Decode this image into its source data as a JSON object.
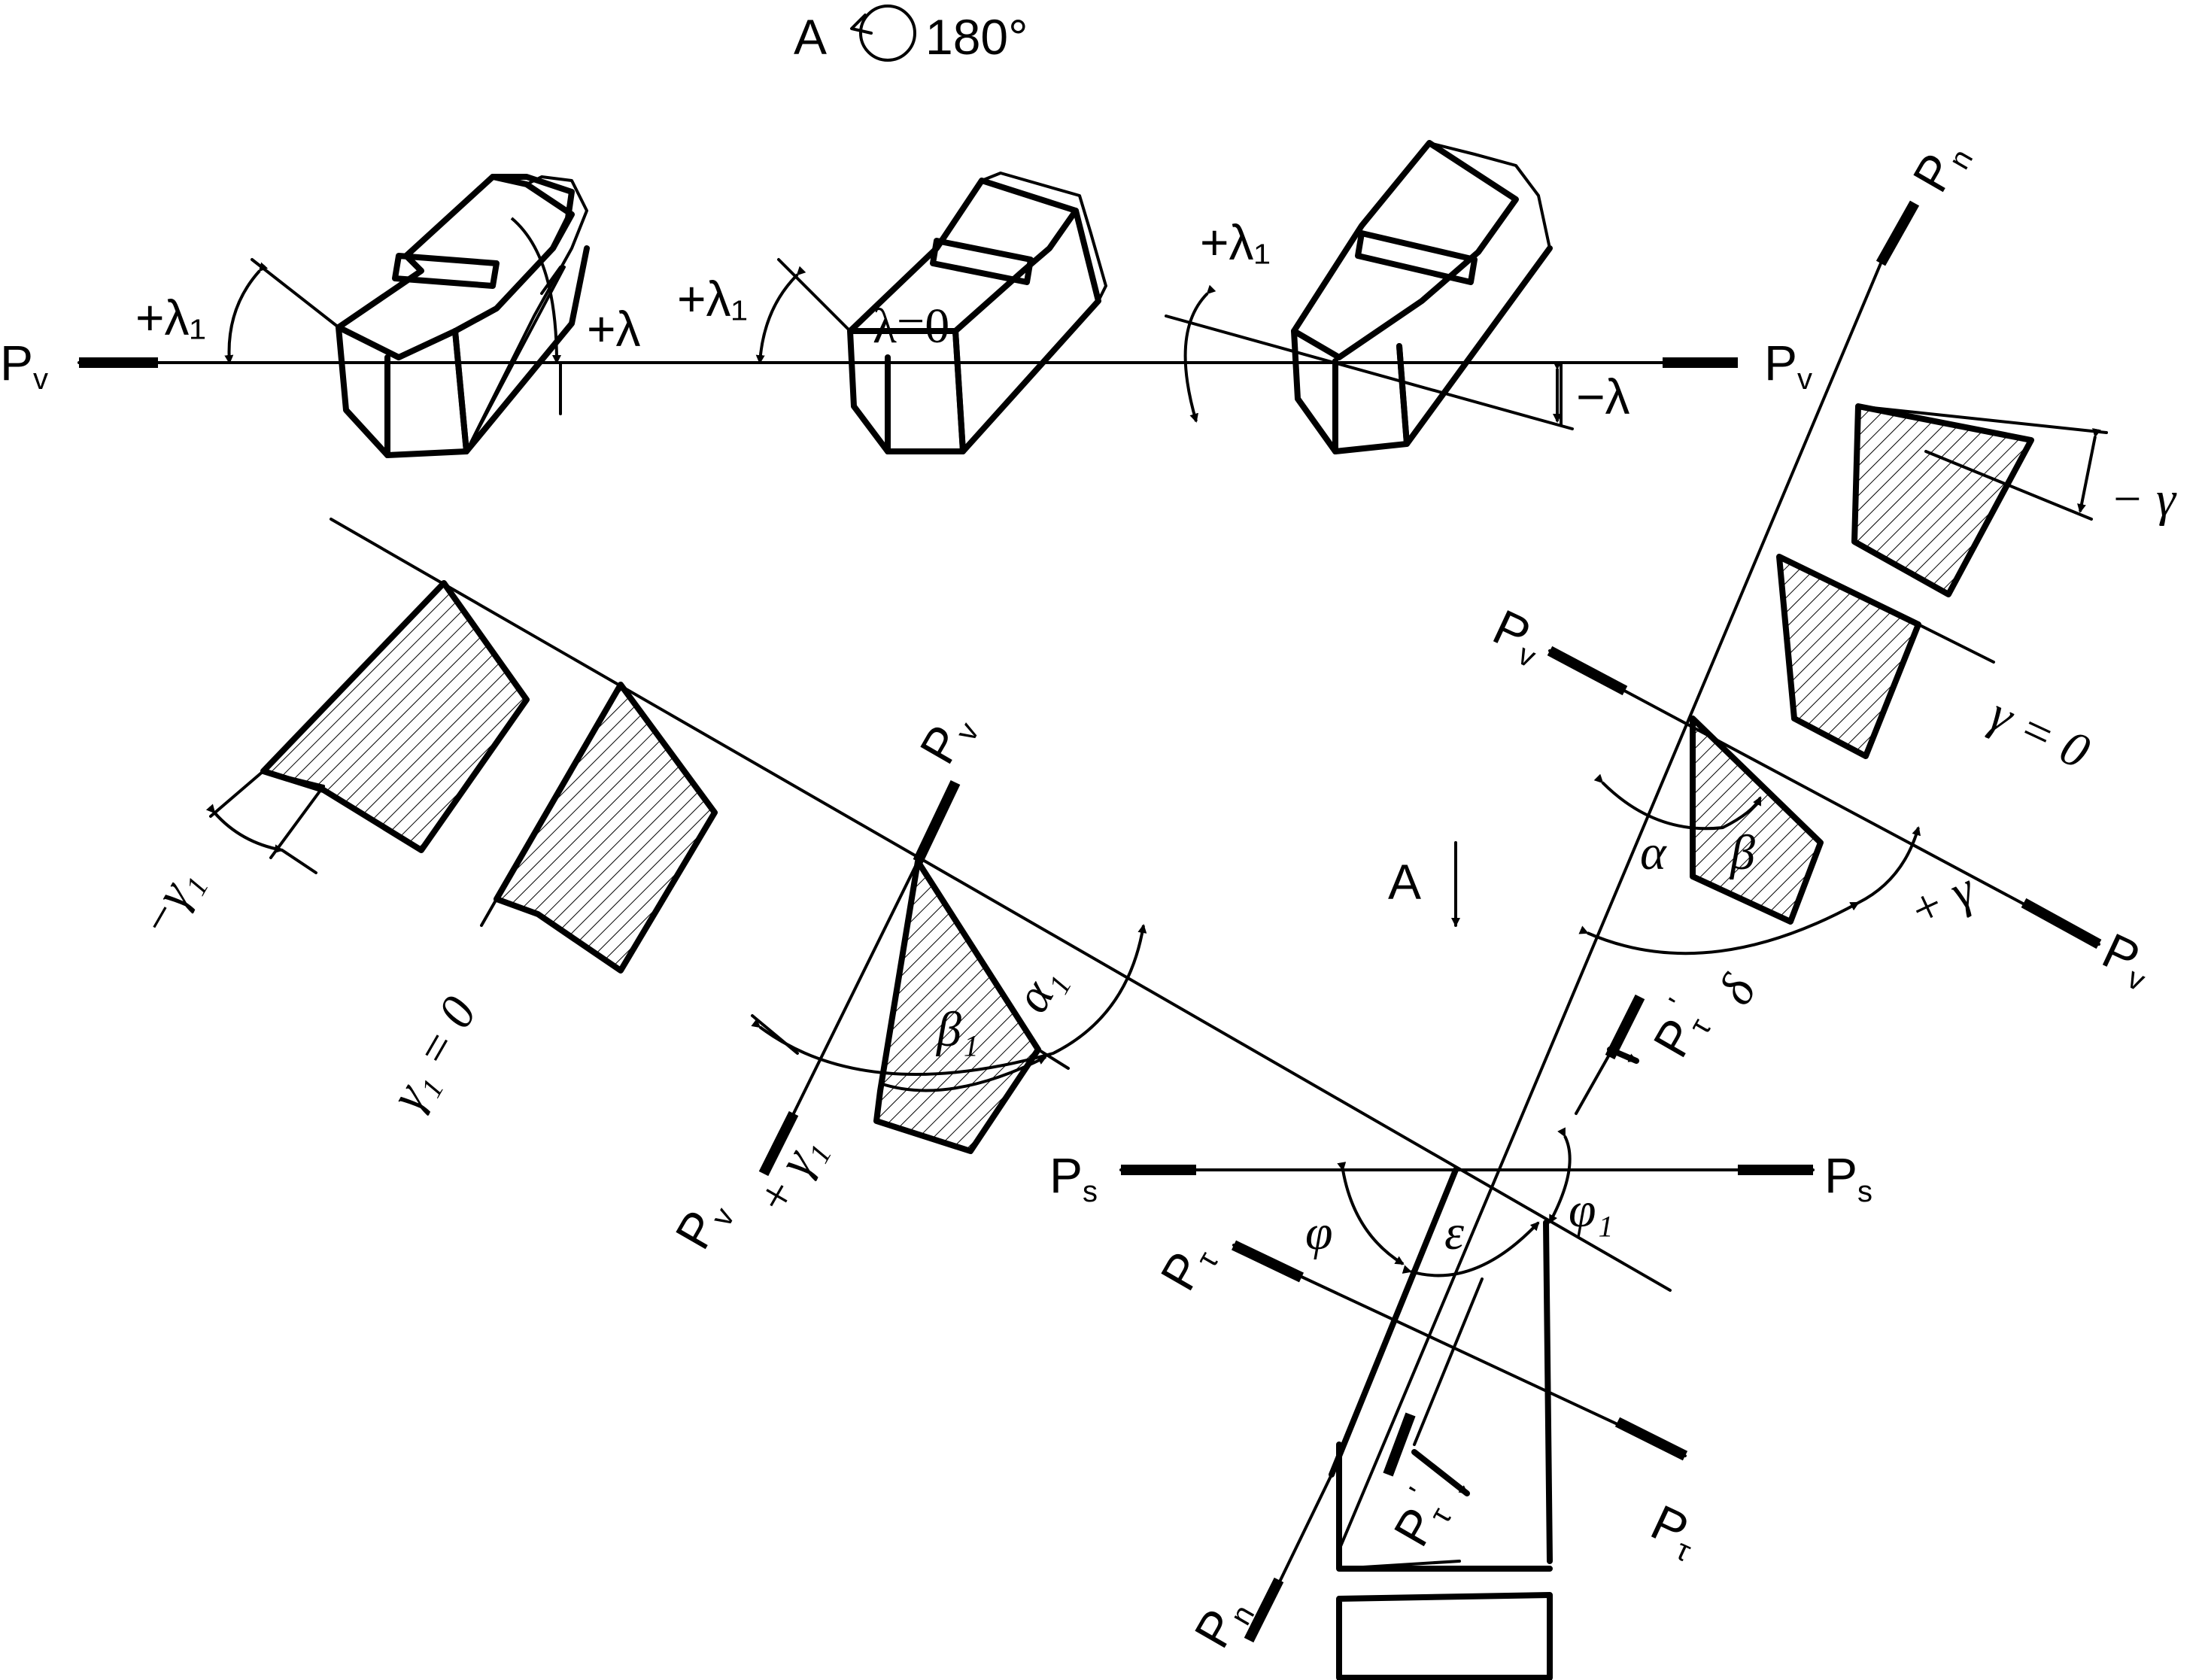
{
  "header": {
    "view_label": "A",
    "rotation_text": "180°"
  },
  "planes": {
    "pv": "P",
    "pv_sub": "v",
    "pn": "P",
    "pn_sub": "n",
    "ps": "P",
    "ps_sub": "s",
    "pt": "P",
    "pt_sub": "τ",
    "prime": "'"
  },
  "top_row": {
    "plus_lambda1": "+λ₁",
    "plus_lambda": "+λ",
    "lambda_zero": "λ=0",
    "minus_lambda": "−λ"
  },
  "left_sections": {
    "minus_gamma1": "−γ₁",
    "gamma1_zero": "γ₁ = 0",
    "plus_gamma1": "+ γ₁",
    "beta1": "β₁",
    "alpha1": "α₁"
  },
  "right_sections": {
    "minus_gamma": "− γ",
    "gamma_zero": "γ = 0",
    "plus_gamma": "+ γ",
    "alpha": "α",
    "beta": "β",
    "delta": "δ"
  },
  "plan_view": {
    "phi": "φ",
    "phi1": "φ₁",
    "epsilon": "ε",
    "view_arrow": "A"
  }
}
